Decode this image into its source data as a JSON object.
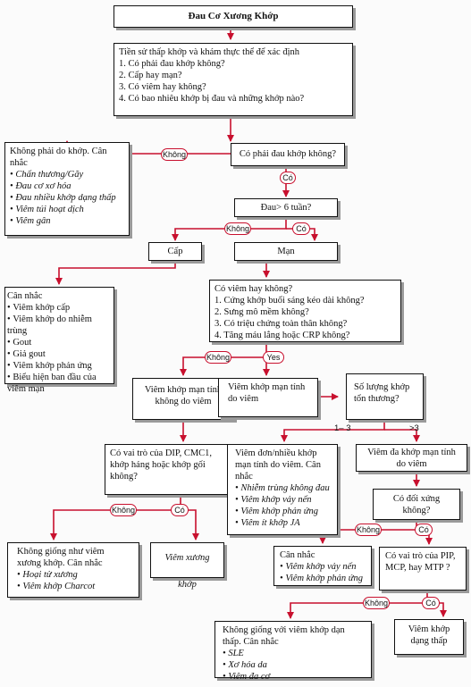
{
  "colors": {
    "connector": "#c8102e",
    "box_border": "#111111",
    "shadow": "#9a9a9a"
  },
  "title": "Đau Cơ Xương Khớp",
  "history": {
    "intro": "Tiền sử thấp khớp và khám thực thể để xác định",
    "items": [
      "1. Có phải đau khớp không?",
      "2. Cấp hay mạn?",
      "3. Có viêm hay không?",
      "4. Có bao nhiêu khớp bị đau và những khớp nào?"
    ]
  },
  "q_joint_pain": "Có phải đau khớp không?",
  "not_joint": {
    "heading": "Không phải do khớp. Cân nhắc",
    "items": [
      "Chấn thương/Gãy",
      "Đau cơ xơ hóa",
      "Đau nhiều khớp dạng thấp",
      "Viêm túi hoạt dịch",
      "Viêm gân"
    ]
  },
  "q_duration": "Đau> 6 tuần?",
  "acute": "Cấp",
  "chronic": "Mạn",
  "acute_consider": {
    "heading": "Cân nhắc",
    "items": [
      "Viêm khớp cấp",
      "Viêm khớp do nhiễm trùng",
      "Gout",
      "Giả gout",
      "Viêm khớp phản ứng",
      "Biểu hiện ban đầu của viêm mạn"
    ]
  },
  "q_inflam": {
    "heading": "Có viêm hay không?",
    "items": [
      "1. Cứng khớp buổi sáng kéo dài không?",
      "2. Sưng mô mềm không?",
      "3. Có triệu chứng toàn thân không?",
      "4. Tăng máu lắng hoặc CRP không?"
    ]
  },
  "non_inflam": "Viêm khớp mạn tính không do viêm",
  "inflam": "Viêm khớp mạn tính do viêm",
  "q_count": "Số lượng khớp tổn thương?",
  "q_dip": "Có vai trò của DIP, CMC1, khớp háng hoặc khớp gối không?",
  "oligo": {
    "heading": "Viêm đơn/nhiều khớp mạn tính do viêm. Cân nhắc",
    "items": [
      "Nhiễm trùng không đau",
      "Viêm khớp vảy nến",
      "Viêm khớp phản ứng",
      "Viêm ít khớp JA"
    ]
  },
  "poly": "Viêm đa khớp mạn tính do viêm",
  "q_sym": "Có đối xứng không?",
  "not_oa": {
    "heading": "Không giống như viêm xương khớp. Cân nhắc",
    "items": [
      "Hoại tử xương",
      "Viêm khớp Charcot"
    ]
  },
  "oa": "Viêm xương khớp",
  "asym_consider": {
    "heading": "Cân nhắc",
    "items": [
      "Viêm khớp vảy nến",
      "Viêm khớp phản ứng"
    ]
  },
  "q_pip": "Có vai trò của PIP, MCP, hay MTP ?",
  "not_ra": {
    "heading": "Không giống với viêm khớp dạn thấp. Cân nhắc",
    "items": [
      "SLE",
      "Xơ hóa da",
      "Viêm đa cơ"
    ]
  },
  "ra": "Viêm khớp dạng thấp",
  "labels": {
    "no": "Không",
    "yes_vi": "Có",
    "yes_en": "Yes",
    "range_1_3": "1– 3",
    "gt3": ">3"
  }
}
